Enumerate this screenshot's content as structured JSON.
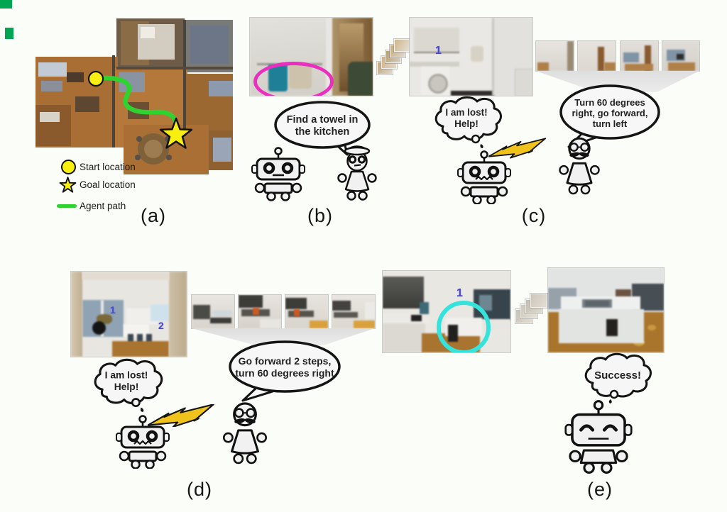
{
  "artifact_color": "#00a651",
  "tag_color": "#4847d6",
  "bolt_color": "#efc31c",
  "panel_a": {
    "label": "(a)",
    "legend": {
      "start": "Start location",
      "goal": "Goal location",
      "path": "Agent path"
    },
    "marker_color": "#f8ee10",
    "path_color": "#2fd32f"
  },
  "panel_b": {
    "label": "(b)",
    "speech": {
      "line1": "Find a towel in",
      "line2": "the kitchen"
    },
    "highlight_color": "#ea2fc0"
  },
  "panel_c": {
    "label": "(c)",
    "view_tag": "1",
    "thought": {
      "line1": "I am lost!",
      "line2": "Help!"
    },
    "speech": {
      "line1": "Turn 60 degrees",
      "line2": "right, go forward,",
      "line3": "turn left"
    }
  },
  "panel_d": {
    "label": "(d)",
    "view_tag_1": "1",
    "view_tag_2": "2",
    "thought": {
      "line1": "I am lost!",
      "line2": "Help!"
    },
    "speech": {
      "line1": "Go forward 2 steps,",
      "line2": "turn 60 degrees right"
    }
  },
  "panel_e": {
    "label": "(e)",
    "view_tag": "1",
    "thought": "Success!",
    "highlight_color": "#35e3dc"
  }
}
